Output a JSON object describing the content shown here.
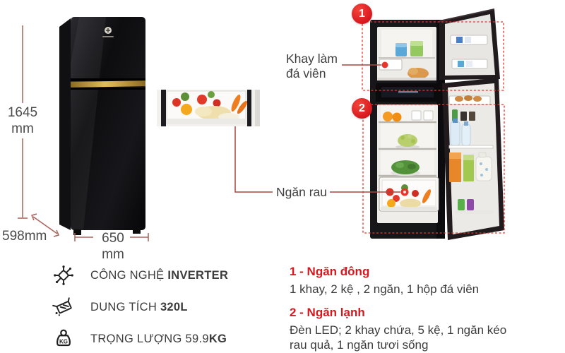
{
  "colors": {
    "accent_red": "#d7181f",
    "callout_red": "#e8352b",
    "leader_line": "#a8463e",
    "dimension_line": "#a8635a",
    "text_dark": "#3e3e3e",
    "gold_trim": "#c9992e"
  },
  "dimensions": {
    "height_value": "1645",
    "height_unit": "mm",
    "depth_label": "598mm",
    "width_value": "650",
    "width_unit": "mm"
  },
  "callouts": {
    "badge_1": "1",
    "badge_2": "2",
    "ice_tray_line1": "Khay làm",
    "ice_tray_line2": "đá viên",
    "vegetable_drawer": "Ngăn rau"
  },
  "features": [
    {
      "icon": "inverter-circuit-icon",
      "text": "CÔNG NGHỆ ",
      "bold": "INVERTER"
    },
    {
      "icon": "capacity-carton-icon",
      "text": "DUNG TÍCH ",
      "bold": "320L"
    },
    {
      "icon": "weight-kg-icon",
      "icon_text": "KG",
      "text": "TRỌNG LƯỢNG 59.9",
      "bold": "KG"
    }
  ],
  "legend": [
    {
      "title": "1 - Ngăn đông",
      "description": "1 khay, 2 kệ , 2 ngăn, 1 hộp đá viên"
    },
    {
      "title": "2 - Ngăn lạnh",
      "description": "Đèn LED; 2 khay chứa, 5 kệ, 1 ngăn kéo rau quả, 1 ngăn tươi sống"
    }
  ]
}
